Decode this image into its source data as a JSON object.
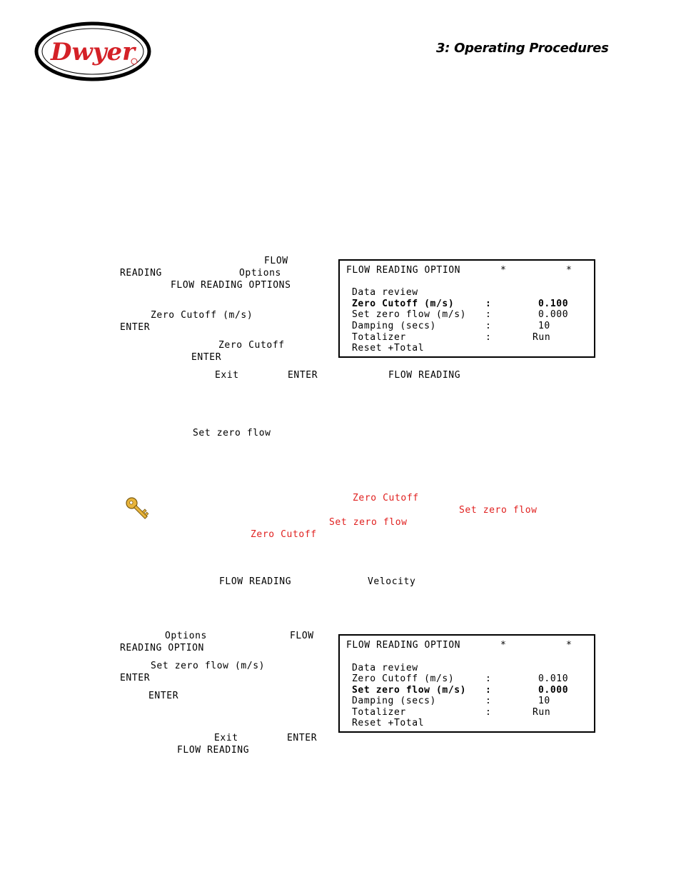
{
  "header": {
    "brand": "Dwyer",
    "section_title": "3:  Operating Procedures"
  },
  "section1": {
    "frag_flow": "FLOW",
    "frag_reading": "READING",
    "frag_options": "Options",
    "frag_flow_reading_options": "FLOW READING OPTIONS",
    "frag_zero_cutoff_ms": "Zero Cutoff (m/s)",
    "frag_enter1": "ENTER",
    "frag_zero_cutoff": "Zero Cutoff",
    "frag_enter2": "ENTER",
    "frag_exit": "Exit",
    "frag_enter3": "ENTER",
    "frag_flow_reading": "FLOW READING",
    "frag_set_zero_flow": "Set zero flow"
  },
  "note": {
    "frag_zero_cutoff1": "Zero Cutoff",
    "frag_set_zero_flow1": "Set zero flow",
    "frag_set_zero_flow2": "Set zero flow",
    "frag_zero_cutoff2": "Zero Cutoff"
  },
  "section2": {
    "frag_flow_reading": "FLOW READING",
    "frag_velocity": "Velocity"
  },
  "section3": {
    "frag_options": "Options",
    "frag_flow": "FLOW",
    "frag_reading_option": "READING OPTION",
    "frag_set_zero_flow_ms": "Set zero flow (m/s)",
    "frag_enter1": "ENTER",
    "frag_enter2": "ENTER",
    "frag_exit": "Exit",
    "frag_enter3": "ENTER",
    "frag_flow_reading": "FLOW READING"
  },
  "screen1": {
    "title": "FLOW READING OPTION",
    "star1": "*",
    "star2": "*",
    "rows": [
      {
        "label": "Data review",
        "sep": "",
        "value": ""
      },
      {
        "label": "Zero Cutoff (m/s)",
        "sep": ":",
        "value": "0.100"
      },
      {
        "label": "Set zero flow (m/s)",
        "sep": ":",
        "value": "0.000"
      },
      {
        "label": "Damping (secs)",
        "sep": ":",
        "value": "10"
      },
      {
        "label": "Totalizer",
        "sep": ":",
        "value": "Run"
      },
      {
        "label": "Reset +Total",
        "sep": "",
        "value": ""
      }
    ]
  },
  "screen2": {
    "title": "FLOW READING OPTION",
    "star1": "*",
    "star2": "*",
    "rows": [
      {
        "label": "Data review",
        "sep": "",
        "value": ""
      },
      {
        "label": "Zero Cutoff (m/s)",
        "sep": ":",
        "value": "0.010"
      },
      {
        "label": "Set zero flow (m/s)",
        "sep": ":",
        "value": "0.000"
      },
      {
        "label": "Damping (secs)",
        "sep": ":",
        "value": "10"
      },
      {
        "label": "Totalizer",
        "sep": ":",
        "value": "Run"
      },
      {
        "label": "Reset +Total",
        "sep": "",
        "value": ""
      }
    ]
  }
}
